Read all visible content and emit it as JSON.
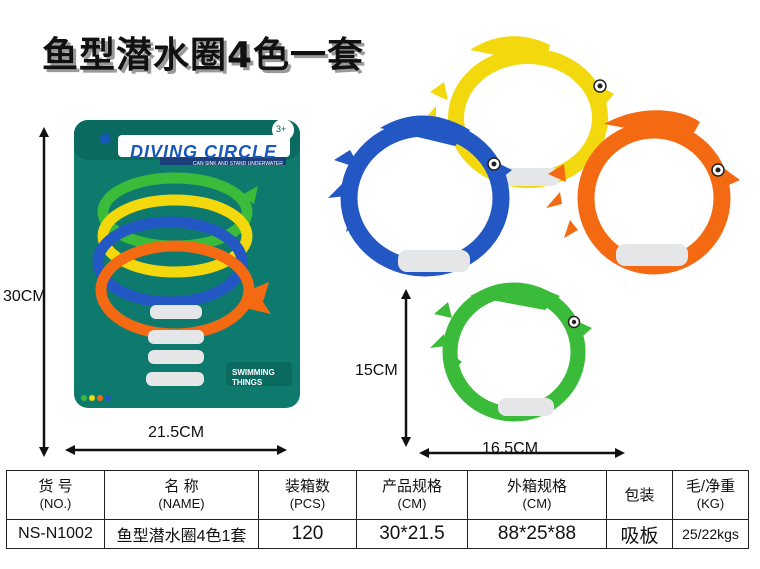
{
  "title": "鱼型潜水圈4色一套",
  "package": {
    "brand": "DIVING CIRCLE",
    "subtitle": "CAN SINK AND STAND UNDERWATER",
    "age": "3+",
    "swimming_line1": "SWIMMING",
    "swimming_line2": "THINGS"
  },
  "dimensions": {
    "package_height": "30CM",
    "package_width": "21.5CM",
    "ring_height": "15CM",
    "ring_width": "16.5CM"
  },
  "ring_colors": {
    "yellow": "#f2d80c",
    "orange": "#f46a12",
    "blue": "#2357c4",
    "green": "#3bbb3a",
    "grip": "#e4e6e8",
    "card": "#0e7a6e"
  },
  "table": {
    "headers": [
      {
        "top": "货 号",
        "bottom": "(NO.)"
      },
      {
        "top": "名 称",
        "bottom": "(NAME)"
      },
      {
        "top": "装箱数",
        "bottom": "(PCS)"
      },
      {
        "top": "产品规格",
        "bottom": "(CM)"
      },
      {
        "top": "外箱规格",
        "bottom": "(CM)"
      },
      {
        "top": "包装",
        "bottom": ""
      },
      {
        "top": "毛/净重",
        "bottom": "(KG)"
      }
    ],
    "row": [
      "NS-N1002",
      "鱼型潜水圈4色1套",
      "120",
      "30*21.5",
      "88*25*88",
      "吸板",
      "25/22kgs"
    ]
  }
}
